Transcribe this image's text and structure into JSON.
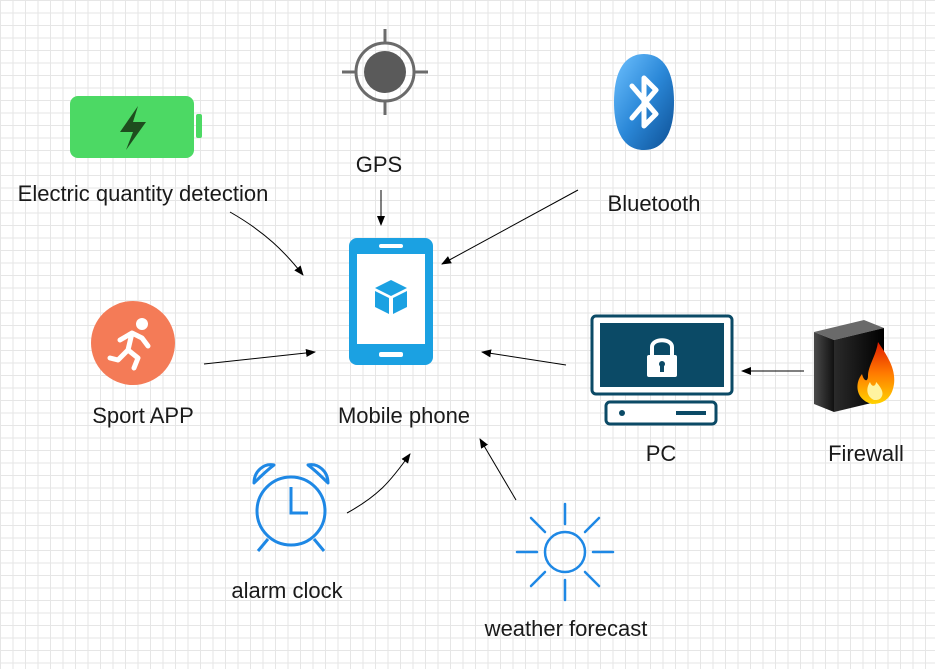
{
  "nodes": {
    "battery": {
      "label": "Electric quantity detection",
      "icon": "battery-charging-icon"
    },
    "gps": {
      "label": "GPS",
      "icon": "gps-target-icon"
    },
    "bluetooth": {
      "label": "Bluetooth",
      "icon": "bluetooth-icon"
    },
    "sport": {
      "label": "Sport APP",
      "icon": "running-person-icon"
    },
    "phone": {
      "label": "Mobile phone",
      "icon": "mobile-phone-icon"
    },
    "pc": {
      "label": "PC",
      "icon": "locked-monitor-icon"
    },
    "firewall": {
      "label": "Firewall",
      "icon": "firewall-icon"
    },
    "alarm": {
      "label": "alarm clock",
      "icon": "alarm-clock-icon"
    },
    "weather": {
      "label": "weather forecast",
      "icon": "sun-icon"
    }
  },
  "edges": [
    {
      "from": "battery",
      "to": "phone"
    },
    {
      "from": "gps",
      "to": "phone"
    },
    {
      "from": "bluetooth",
      "to": "phone"
    },
    {
      "from": "sport",
      "to": "phone"
    },
    {
      "from": "pc",
      "to": "phone"
    },
    {
      "from": "firewall",
      "to": "pc"
    },
    {
      "from": "alarm",
      "to": "phone"
    },
    {
      "from": "weather",
      "to": "phone"
    }
  ],
  "colors": {
    "battery_body": "#4cd964",
    "battery_bolt": "#1e4d1e",
    "phone_blue": "#1ba1e2",
    "sport_orange": "#f47b57",
    "pc_dark": "#0b4a66",
    "outline_blue": "#1e88e5",
    "gps_gray": "#5f5f5f",
    "bluetooth_blue": "#2b88d8"
  }
}
